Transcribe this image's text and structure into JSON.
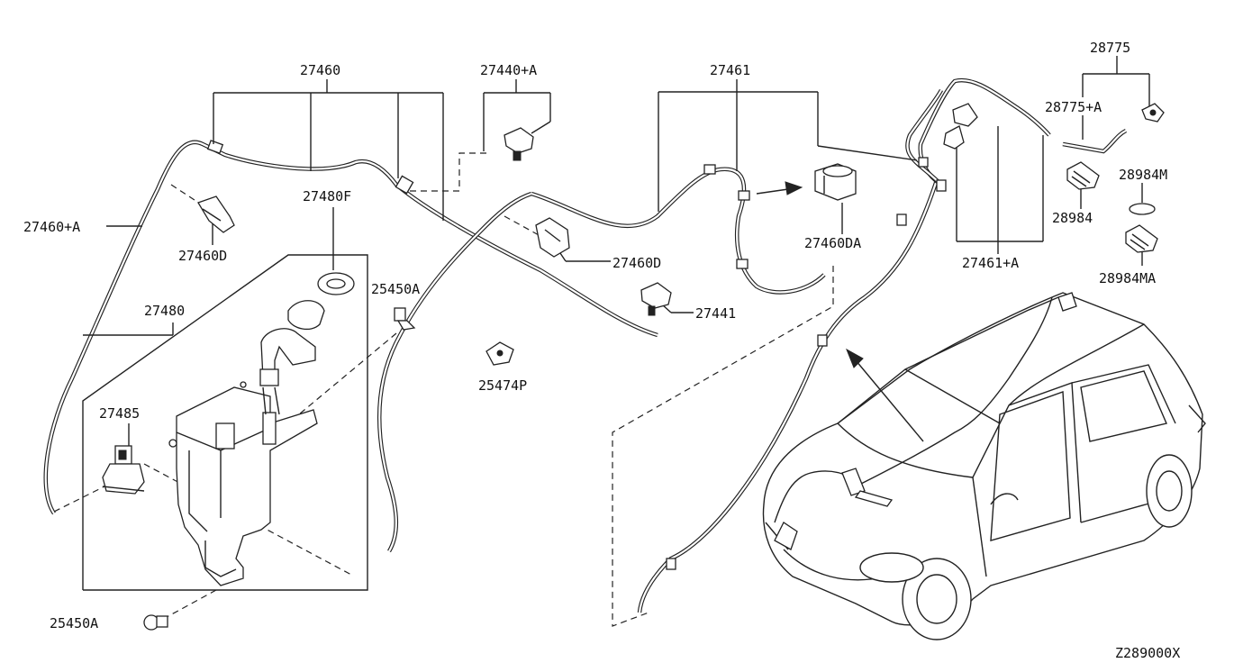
{
  "diagram_id": "Z289000X",
  "labels": {
    "l27460": "27460",
    "l27440a": "27440+A",
    "l27461": "27461",
    "l28775": "28775",
    "l28775a": "28775+A",
    "l28984m": "28984M",
    "l28984": "28984",
    "l28984ma": "28984MA",
    "l27460a": "27460+A",
    "l27460d_left": "27460D",
    "l27480f": "27480F",
    "l27460d_mid": "27460D",
    "l27460da": "27460DA",
    "l27461a": "27461+A",
    "l25450a_top": "25450A",
    "l27480": "27480",
    "l27441": "27441",
    "l25474p": "25474P",
    "l27485": "27485",
    "l25450a_bottom": "25450A"
  }
}
